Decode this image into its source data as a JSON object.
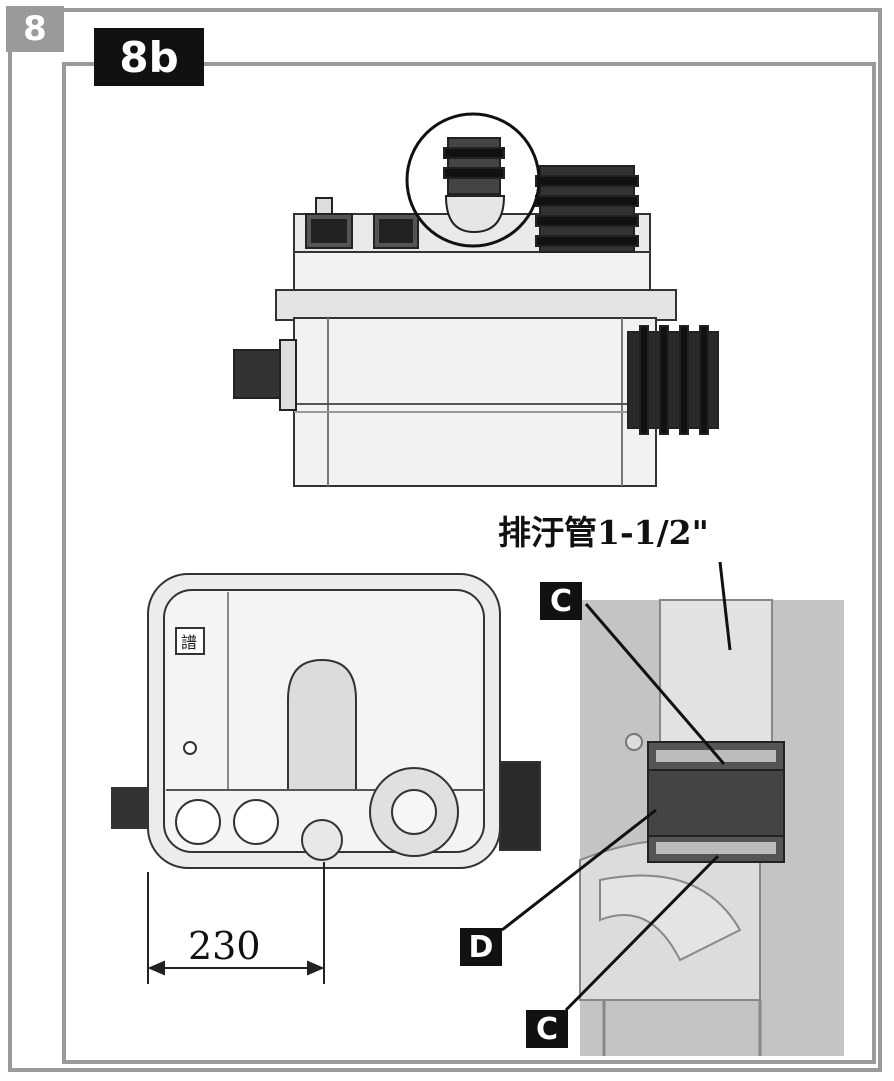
{
  "figure_number": "8",
  "sub_figure": "8b",
  "pipe_label": "排汙管1-1/2\"",
  "dimension_value": "230",
  "callouts": {
    "c_top": "C",
    "d": "D",
    "c_bottom": "C"
  },
  "device_label_char": "譜"
}
